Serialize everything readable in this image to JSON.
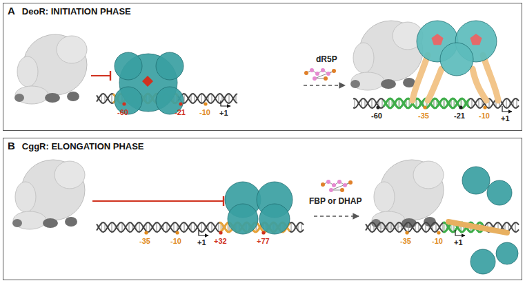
{
  "diagram": {
    "nodes": [
      {
        "text": [
          "A",
          "DeoR: INITIATION PHASE"
        ]
      },
      {
        "text": [
          "B",
          "CggR: ELONGATION PHASE"
        ]
      }
    ],
    "labels": [
      "-60",
      "-21",
      "-10",
      "+1",
      "dR5P",
      "-60",
      "-35",
      "-21",
      "-10",
      "+1",
      "-35",
      "-10",
      "+1",
      "+32",
      "+77",
      "FBP or DHAP",
      "-35",
      "-10",
      "+1"
    ]
  }
}
